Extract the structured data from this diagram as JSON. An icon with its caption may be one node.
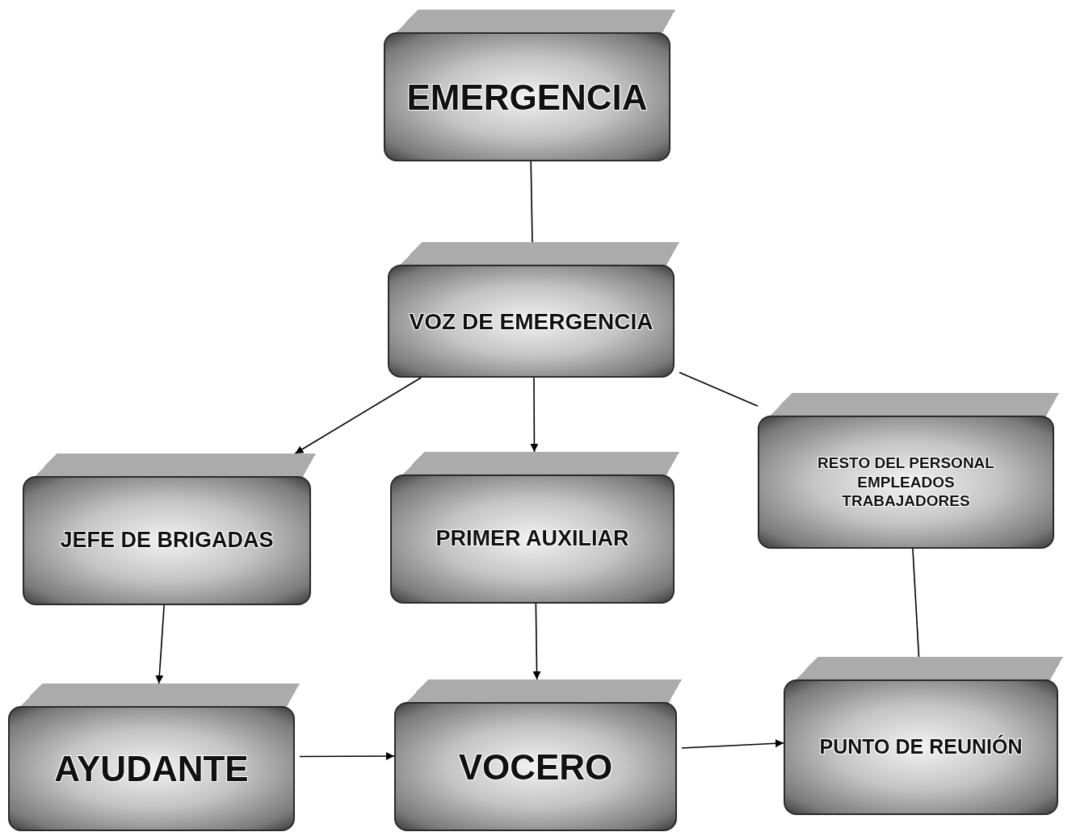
{
  "diagram": {
    "nodes": [
      {
        "text": [
          "EMERGENCIA"
        ]
      },
      {
        "text": [
          "VOZ DE EMERGENCIA"
        ]
      },
      {
        "text": [
          "JEFE DE BRIGADAS"
        ]
      },
      {
        "text": [
          "PRIMER AUXILIAR"
        ]
      },
      {
        "text": [
          "RESTO DEL PERSONAL",
          "EMPLEADOS",
          "TRABAJADORES"
        ]
      },
      {
        "text": [
          "AYUDANTE"
        ]
      },
      {
        "text": [
          "VOCERO"
        ]
      },
      {
        "text": [
          "PUNTO DE REUNIÓN"
        ]
      }
    ],
    "edges": [
      {
        "from": 0,
        "to": 1,
        "arrow": "none"
      },
      {
        "from": 1,
        "to": 2,
        "arrow": "to"
      },
      {
        "from": 1,
        "to": 3,
        "arrow": "to"
      },
      {
        "from": 1,
        "to": 4,
        "arrow": "none"
      },
      {
        "from": 2,
        "to": 5,
        "arrow": "to"
      },
      {
        "from": 3,
        "to": 6,
        "arrow": "to"
      },
      {
        "from": 4,
        "to": 7,
        "arrow": "none"
      },
      {
        "from": 5,
        "to": 6,
        "arrow": "to"
      },
      {
        "from": 6,
        "to": 7,
        "arrow": "to"
      }
    ]
  }
}
